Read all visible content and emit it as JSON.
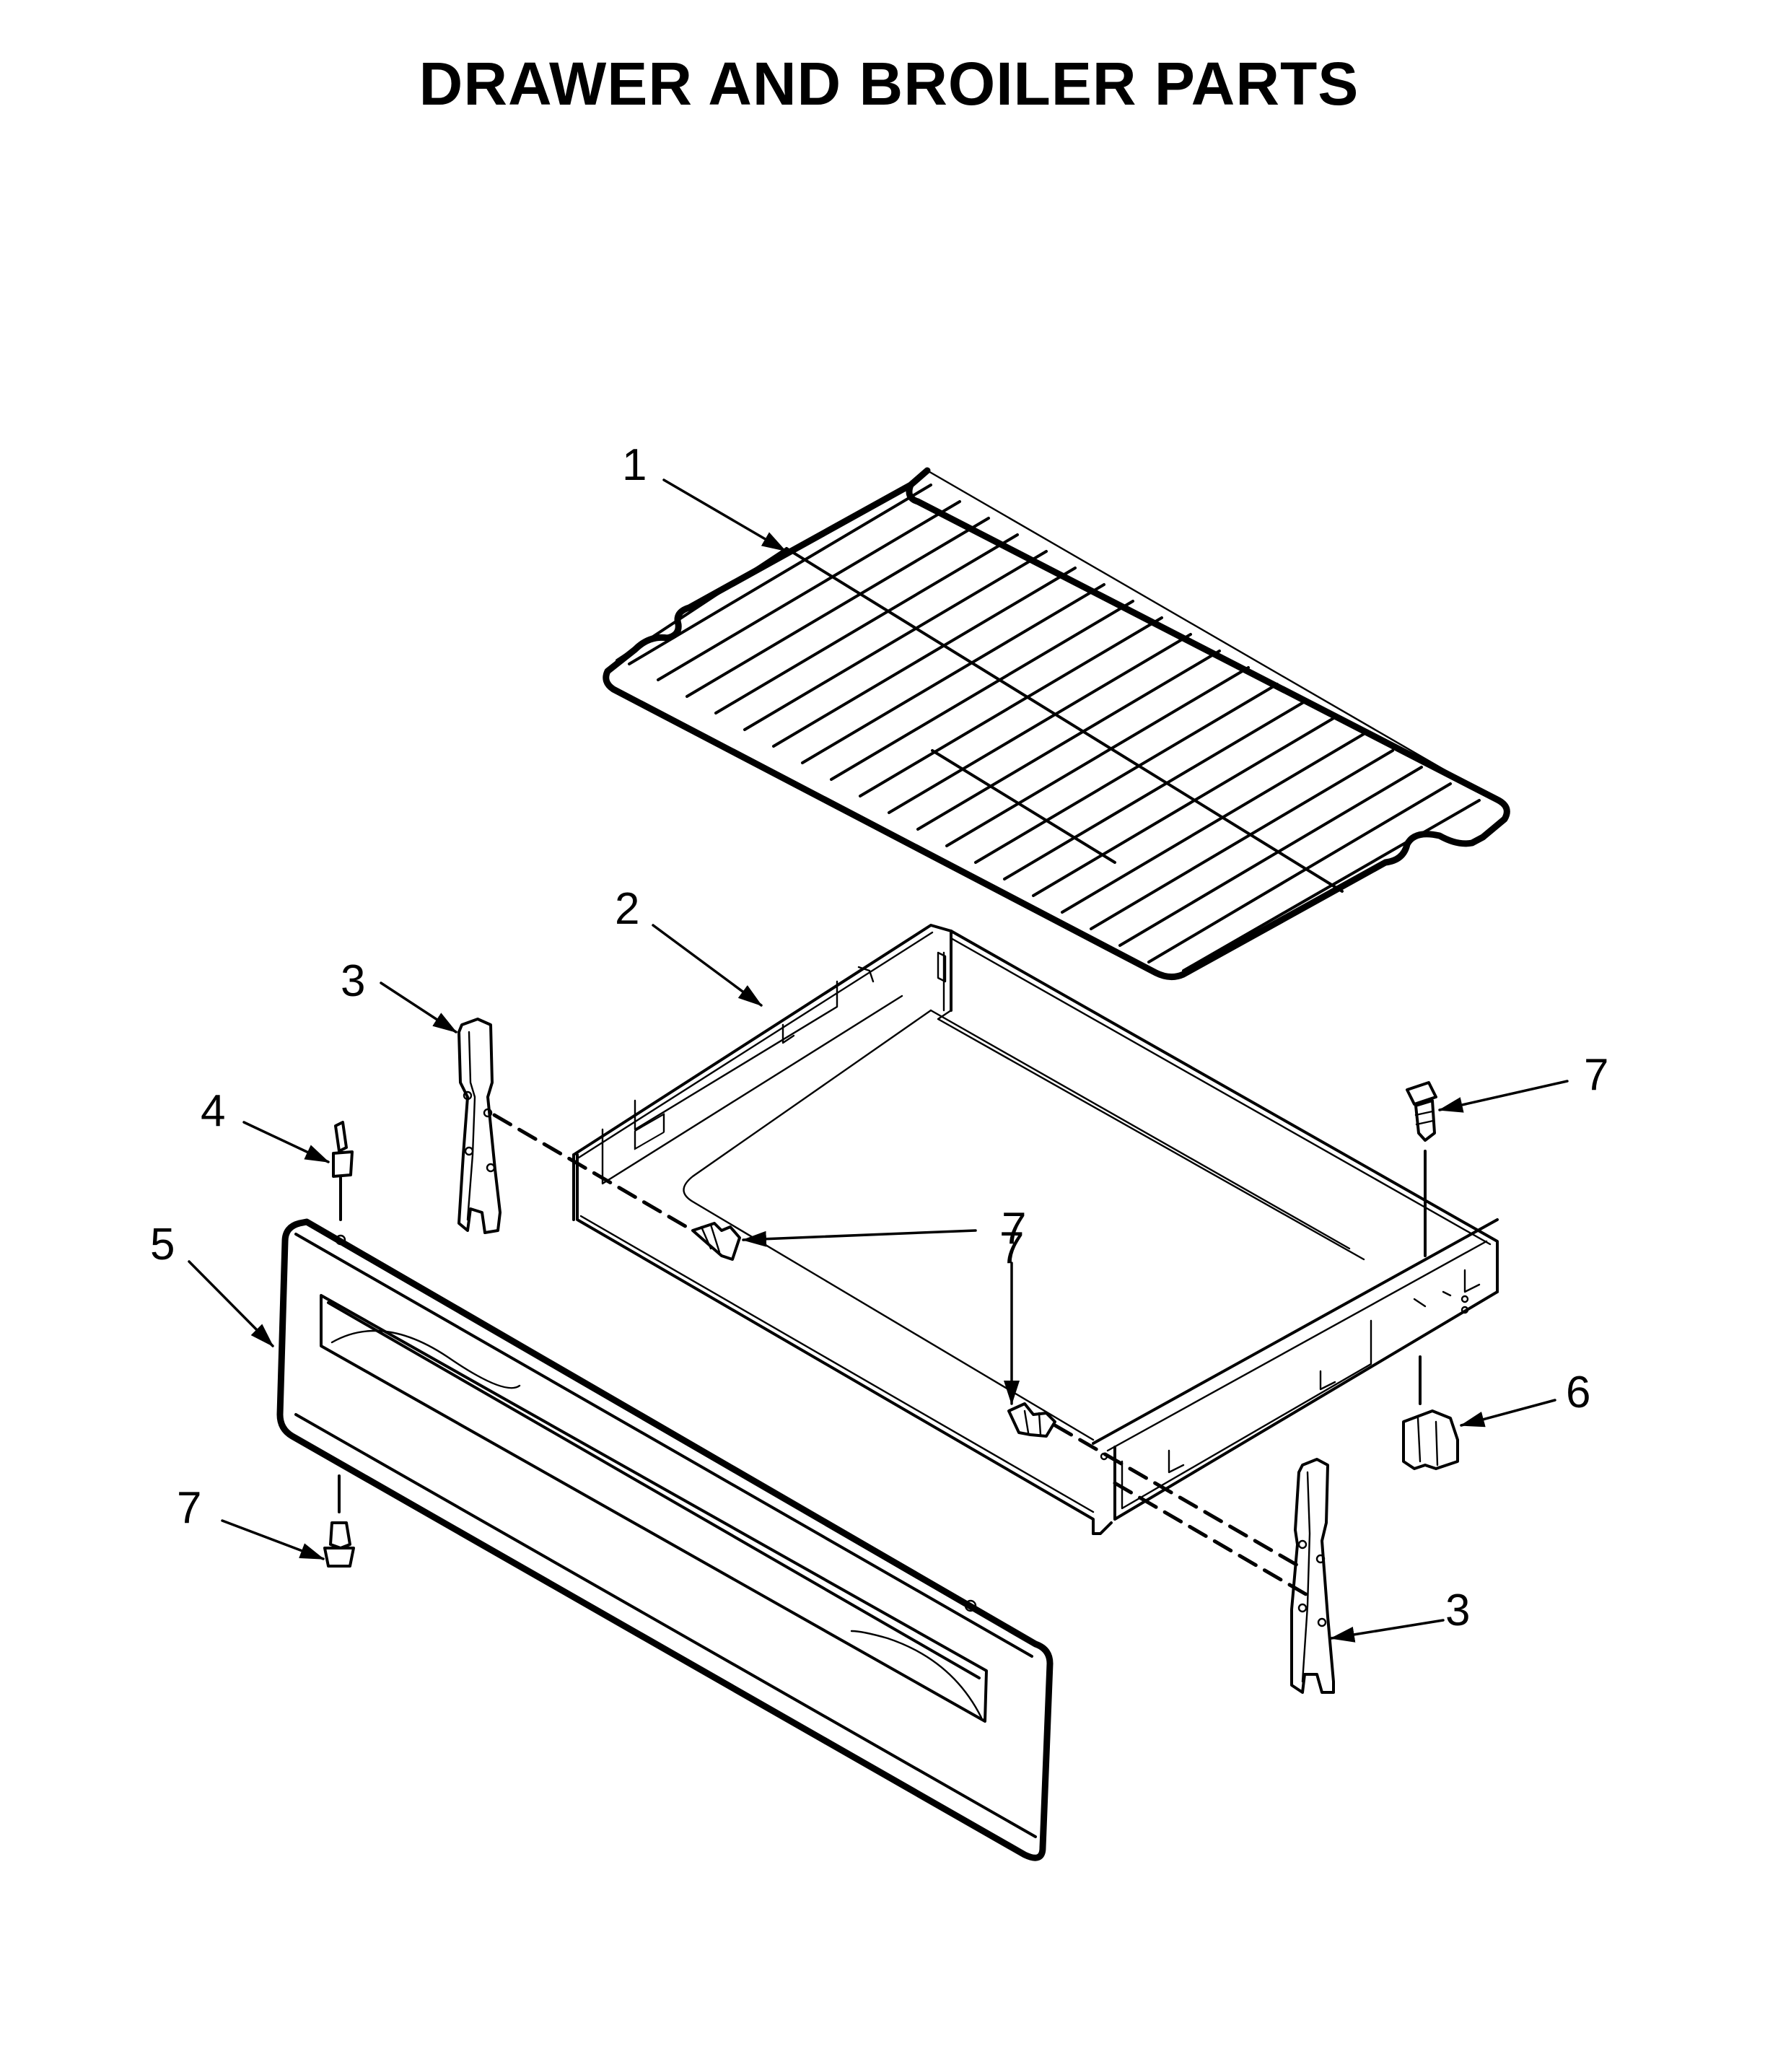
{
  "title": "DRAWER AND BROILER PARTS",
  "callouts": [
    "1",
    "2",
    "3",
    "4",
    "5",
    "7",
    "7",
    "6",
    "7",
    "3",
    "7"
  ]
}
